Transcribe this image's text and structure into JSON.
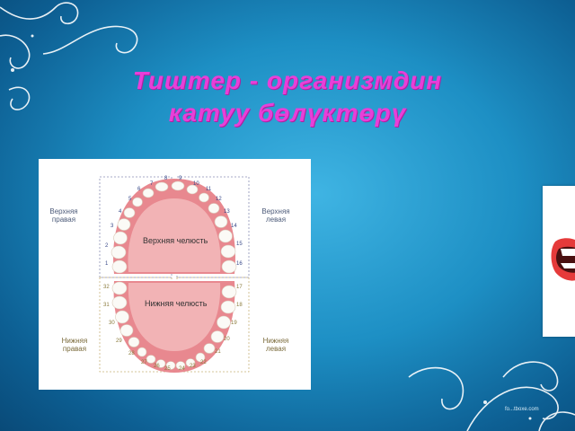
{
  "slide": {
    "title_line1": "Тиштер - организмдин",
    "title_line2": "катуу  бөлүктөрү"
  },
  "diagram": {
    "upper_right_label": [
      "Верхняя",
      "правая"
    ],
    "upper_left_label": [
      "Верхняя",
      "левая"
    ],
    "lower_right_label": [
      "Нижняя",
      "правая"
    ],
    "lower_left_label": [
      "Нижняя",
      "левая"
    ],
    "upper_jaw_text": "Верхняя челюсть",
    "lower_jaw_text": "Нижняя челюсть",
    "upper_numbers": [
      "1",
      "2",
      "3",
      "4",
      "5",
      "6",
      "7",
      "8",
      "9",
      "10",
      "11",
      "12",
      "13",
      "14",
      "15",
      "16"
    ],
    "lower_numbers": [
      "17",
      "18",
      "19",
      "20",
      "21",
      "22",
      "23",
      "24",
      "25",
      "26",
      "27",
      "28",
      "29",
      "30",
      "31",
      "32"
    ]
  },
  "colors": {
    "title": "#e83fd8",
    "gum": "#e8888f",
    "tooth": "#fbfaf6"
  },
  "watermark": "fo...tboxe.com"
}
